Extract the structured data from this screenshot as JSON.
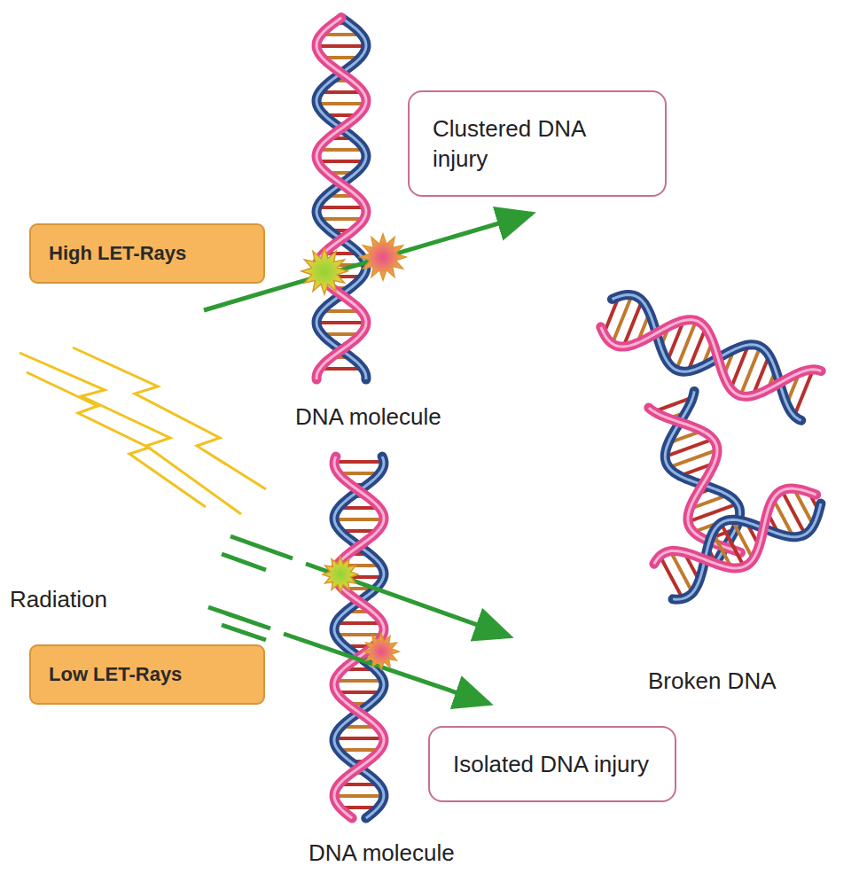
{
  "diagram": {
    "nodes": [
      {
        "text": [
          "Clustered DNA injury"
        ]
      },
      {
        "text": [
          "High LET-Rays"
        ]
      },
      {
        "text": [
          "Low LET-Rays"
        ]
      },
      {
        "text": [
          "Isolated DNA injury"
        ]
      }
    ],
    "labels": [
      "DNA molecule",
      "Radiation",
      "Broken DNA",
      "DNA molecule"
    ]
  }
}
